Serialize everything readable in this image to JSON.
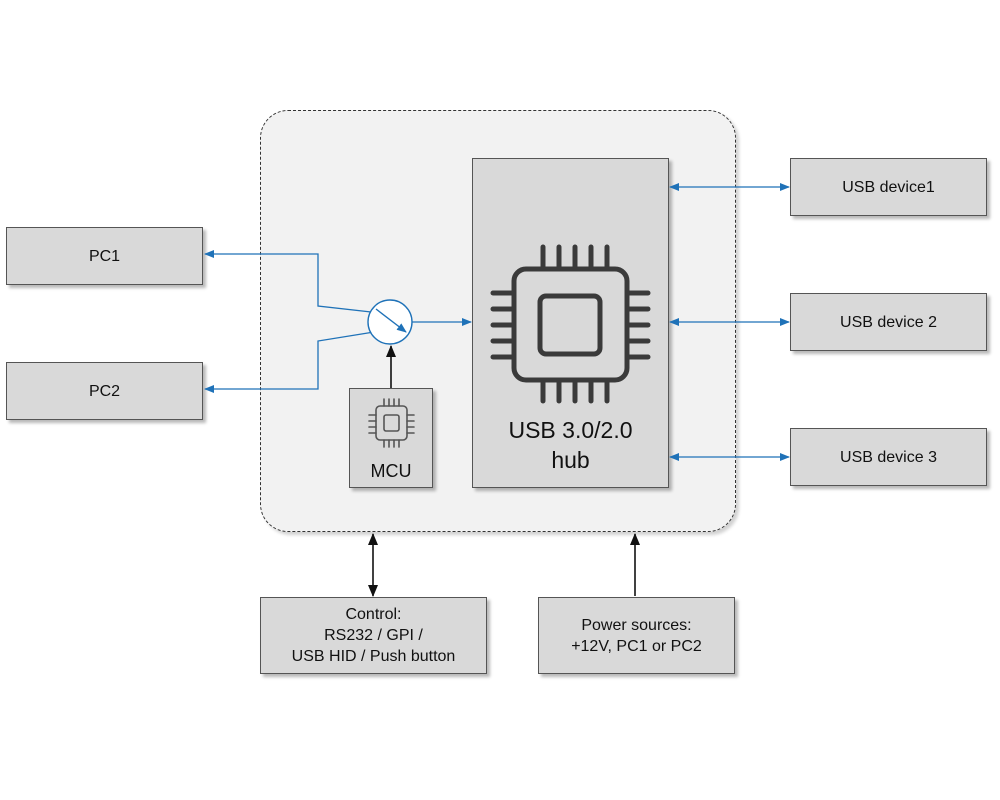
{
  "diagram": {
    "hub_label": "USB 3.0/2.0\nhub",
    "mcu_label": "MCU",
    "pcs": [
      {
        "label": "PC1"
      },
      {
        "label": "PC2"
      }
    ],
    "usb_devices": [
      {
        "label": "USB device1"
      },
      {
        "label": "USB device 2"
      },
      {
        "label": "USB device 3"
      }
    ],
    "control_label": "Control:\nRS232 / GPI /\nUSB HID / Push button",
    "power_label": "Power sources:\n+12V, PC1 or PC2",
    "colors": {
      "box_fill": "#d9d9d9",
      "frame_fill": "#f2f2f2",
      "signal_arrow": "#1f72b8",
      "control_arrow": "#111111"
    },
    "icons": {
      "hub": "chip-icon",
      "mcu": "chip-icon",
      "switch": "switch-icon"
    }
  }
}
